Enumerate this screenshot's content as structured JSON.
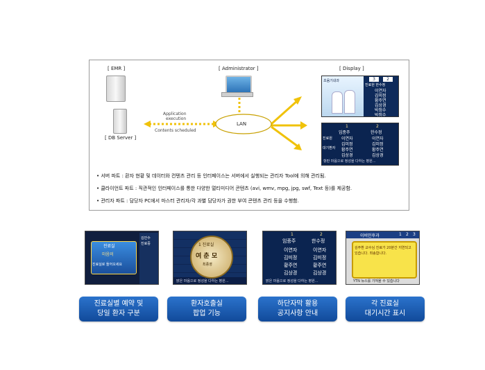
{
  "diagram": {
    "emr_label": "[ EMR ]",
    "admin_label": "[ Administrator ]",
    "display_label": "[ Display ]",
    "db_label": "[ DB Server ]",
    "lan_label": "LAN",
    "app_exec_line1": "Application",
    "app_exec_line2": "execution",
    "contents_label": "Contents scheduled"
  },
  "display_top": {
    "room_label": "초음기내과",
    "nums": [
      "3",
      "2"
    ],
    "names_header": "진료원 한수정",
    "names": [
      "이연자",
      "김미정",
      "황주연",
      "김상경",
      "박정수",
      "박정수"
    ]
  },
  "display_bottom": {
    "col1_num": "1",
    "col2_num": "2",
    "col1_name": "임종주",
    "col2_name": "한수정",
    "row_labels": [
      "진료원",
      "대기환자"
    ],
    "left_names": [
      "이연자",
      "김미정",
      "황주연",
      "김상경"
    ],
    "right_names": [
      "이연자",
      "김미정",
      "황주연",
      "김상경"
    ],
    "ticker": "항판 마음으로 정성을 다하는 병원..."
  },
  "bullets": [
    "• 서버 파트 : 환자 현황 및 데이터와 컨텐츠 관리 등 인터페이스는 서버에서 실행되는 관리자 Tool에 의해 관리됨.",
    "• 클라이언트 파트 : 직관적인 인터페이스를 통한 다양한 멀티미디어 콘텐츠 (avi, wmv, mpg, jpg, swf, Text 등)를 제공함.",
    "• 관리자 파트 : 담당자 PC에서 마스터 관리자/각 과별 담당자가 권한 부여 콘텐츠 관리 등을 수행함."
  ],
  "thumbs": {
    "t1": {
      "lines": [
        "진료실",
        "마음의",
        "진료실로 들어오세요"
      ],
      "right": [
        "김민수",
        "진료중"
      ]
    },
    "t2": {
      "room": "1 진료실",
      "name": "여 춘 모",
      "sub": "최종영",
      "ticker": "맑은 마음으로 정성을 다하는 병원..."
    },
    "t3": {
      "nums": [
        "1",
        "2"
      ],
      "heads": [
        "임종주",
        "한수정"
      ],
      "left": [
        "이연자",
        "김미정",
        "황주연",
        "김상경"
      ],
      "right": [
        "이연자",
        "김미정",
        "황주연",
        "김상경"
      ],
      "ticker": "맑은 마음으로 정성을 다하는 병원..."
    },
    "t4": {
      "header": "이비인후과",
      "nums": [
        "1",
        "2",
        "3"
      ],
      "message": "김주환 교수님 진료가 20분간 지연되고 있습니다. 죄송합니다.",
      "ticker": "YTN 뉴스를 가져올 수 있습니다"
    }
  },
  "captions": [
    {
      "line1": "진료실별 예약 및",
      "line2": "당일 환자 구분"
    },
    {
      "line1": "환자호출실",
      "line2": "팝업 기능"
    },
    {
      "line1": "하단자막 활용",
      "line2": "공지사항 안내"
    },
    {
      "line1": "각 진료실",
      "line2": "대기시간 표시"
    }
  ]
}
